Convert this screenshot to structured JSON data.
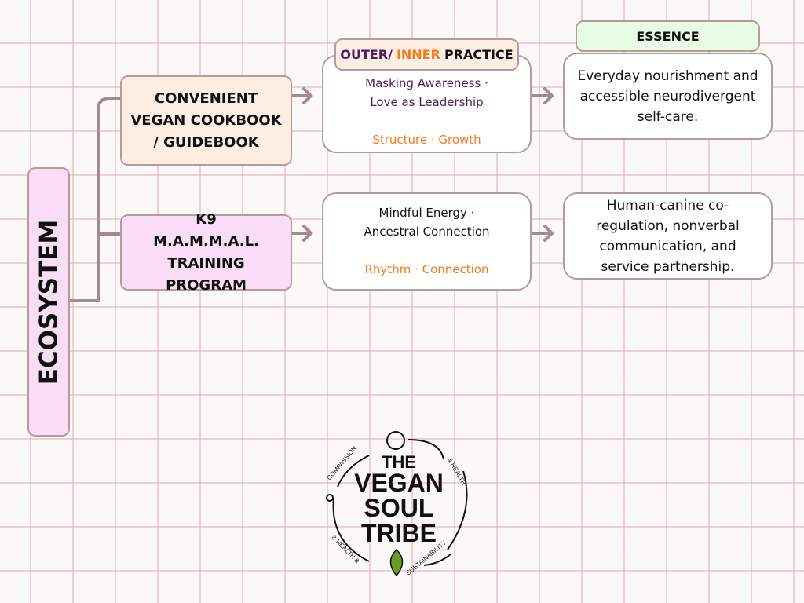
{
  "root": {
    "label": "ECOSYSTEM"
  },
  "programs": [
    {
      "label": "CONVENIENT VEGAN COOKBOOK / GUIDEBOOK"
    },
    {
      "label": "K9 M.A.M.M.A.L. TRAINING PROGRAM"
    }
  ],
  "practice_header": {
    "outer": "OUTER/",
    "inner": "INNER",
    "practice": "PRACTICE"
  },
  "practices": [
    {
      "outer_line1": "Masking Awareness ·",
      "outer_line2": "Love as Leadership",
      "inner": "Structure · Growth"
    },
    {
      "outer_line1": "Mindful Energy ·",
      "outer_line2": "Ancestral Connection",
      "inner": "Rhythm · Connection"
    }
  ],
  "essence_header": "ESSENCE",
  "essences": [
    "Everyday nourishment and accessible neurodivergent self-care.",
    "Human-canine co-regulation, nonverbal communication, and service partnership."
  ],
  "logo": {
    "text": "THE VEGAN SOUL TRIBE",
    "ring": "COMPASSION & HEALTH & HEALTH & SUSTAINABILITY"
  },
  "colors": {
    "connector": "#a48a8c",
    "cookbook": "#fdeee4",
    "k9": "#f9dcf5",
    "essence_header": "#e6fde4",
    "purple": "#4e1d5c",
    "orange": "#f47a20"
  }
}
